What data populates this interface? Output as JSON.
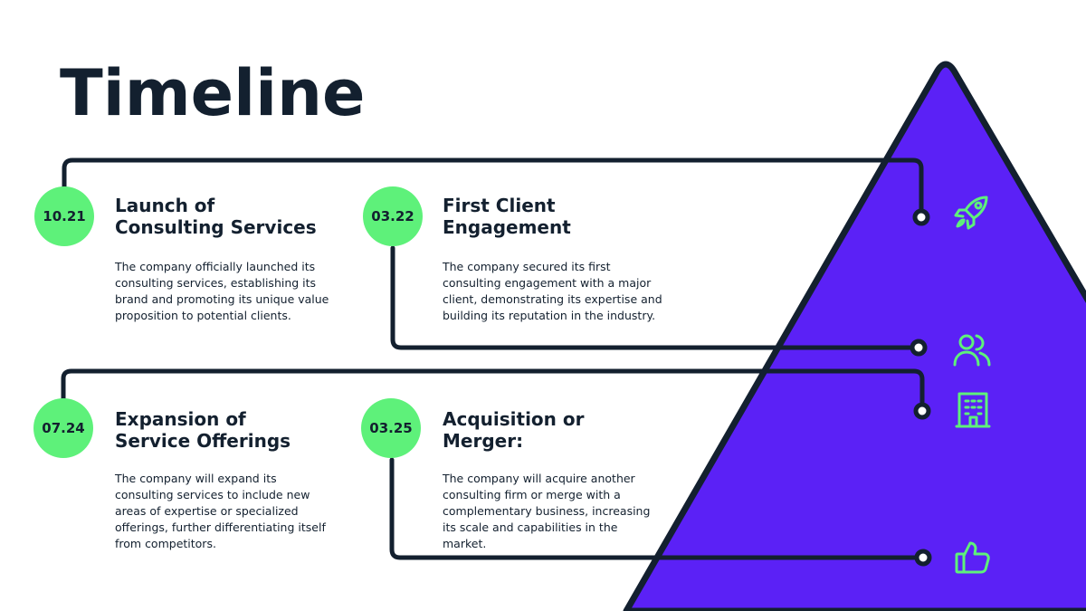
{
  "title": "Timeline",
  "colors": {
    "background": "#ffffff",
    "navy": "#13202f",
    "badge_green": "#5ef17a",
    "triangle_purple": "#5b21f6",
    "icon_green": "#5ef17a"
  },
  "milestones": [
    {
      "date": "10.21",
      "title_line1": "Launch of",
      "title_line2": "Consulting Services",
      "description": "The company officially launched its consulting services, establishing its brand and promoting its unique value proposition to potential clients.",
      "icon": "rocket-icon"
    },
    {
      "date": "03.22",
      "title_line1": "First Client",
      "title_line2": "Engagement",
      "description": "The company secured its first consulting engagement with a major client, demonstrating its expertise and building its reputation in the industry.",
      "icon": "users-icon"
    },
    {
      "date": "07.24",
      "title_line1": "Expansion of",
      "title_line2": "Service Offerings",
      "description": "The company will expand its consulting services to include new areas of expertise or specialized offerings, further differentiating itself from competitors.",
      "icon": "building-icon"
    },
    {
      "date": "03.25",
      "title_line1": "Acquisition or",
      "title_line2": "Merger:",
      "description": "The company will acquire another consulting firm or merge with a complementary business, increasing its scale and capabilities in the market.",
      "icon": "thumbs-up-icon"
    }
  ]
}
